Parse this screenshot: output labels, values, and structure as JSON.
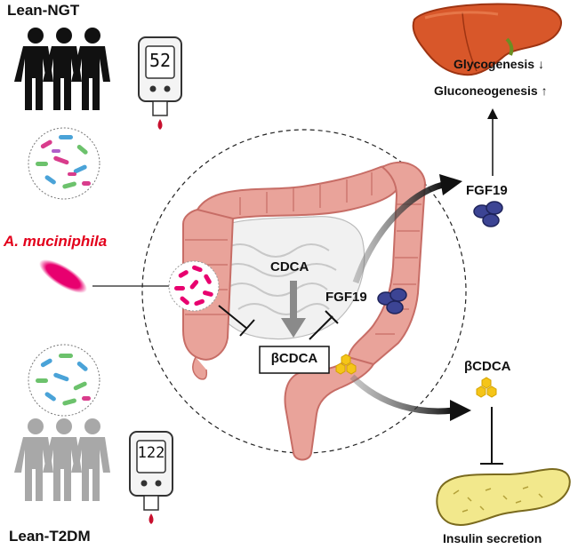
{
  "groups": {
    "healthy": "Lean-NGT",
    "diabetic": "Lean-T2DM"
  },
  "glucometer": {
    "healthy_reading": "52",
    "diabetic_reading": "122"
  },
  "bacterium": {
    "name": "A. muciniphila",
    "color": "#e8006f"
  },
  "gut": {
    "cdca": "CDCA",
    "bcdca": "βCDCA",
    "fgf19": "FGF19"
  },
  "liver": {
    "fgf19": "FGF19",
    "glycogenesis": "Glycogenesis",
    "glycogenesis_arrow": "↓",
    "gluconeogenesis": "Gluconeogenesis",
    "gluconeogenesis_arrow": "↑"
  },
  "pancreas": {
    "bcdca": "βCDCA",
    "outcome": "Insulin secretion"
  },
  "colors": {
    "colon": "#e9a39a",
    "colon_dark": "#c76d66",
    "liver": "#d8572a",
    "pancreas": "#f2e88c",
    "fgf19_protein": "#3c4494",
    "bcdca_molecule": "#f5c518"
  }
}
